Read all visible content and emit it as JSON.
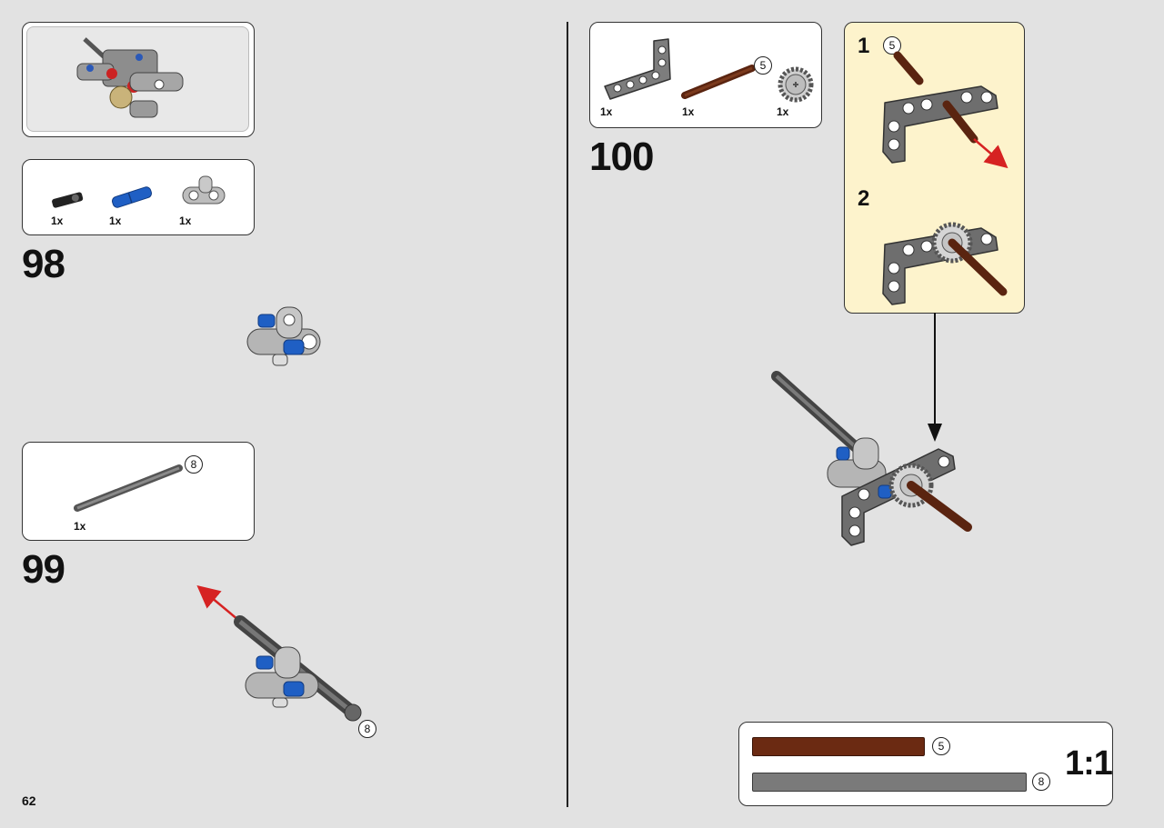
{
  "page_number": "62",
  "step98": {
    "number": "98",
    "parts": [
      {
        "qty": "1x",
        "icon": "black-axle-connector"
      },
      {
        "qty": "1x",
        "icon": "blue-pin"
      },
      {
        "qty": "1x",
        "icon": "gray-connector"
      }
    ]
  },
  "step99": {
    "number": "99",
    "parts": [
      {
        "qty": "1x",
        "icon": "gray-axle",
        "length": "8"
      }
    ],
    "callout_length": "8"
  },
  "step100": {
    "number": "100",
    "parts": [
      {
        "qty": "1x",
        "icon": "gray-l-beam"
      },
      {
        "qty": "1x",
        "icon": "brown-axle",
        "length": "5"
      },
      {
        "qty": "1x",
        "icon": "gear"
      }
    ],
    "substeps": [
      {
        "number": "1",
        "length": "5"
      },
      {
        "number": "2"
      }
    ]
  },
  "scale_box": {
    "label": "1:1",
    "items": [
      {
        "length": "5",
        "color": "#6b2a12"
      },
      {
        "length": "8",
        "color": "#7a7a7a"
      }
    ]
  },
  "colors": {
    "background": "#e2e2e2",
    "substep_panel": "#fdf3cc",
    "arrow_red": "#d62222"
  }
}
